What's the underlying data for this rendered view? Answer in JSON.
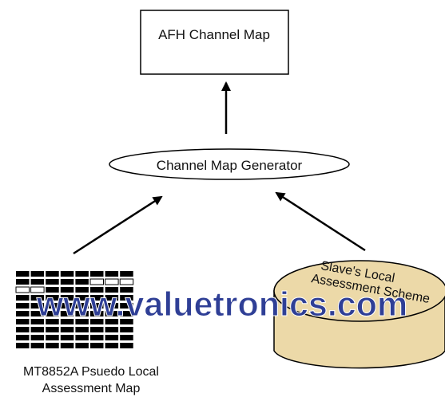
{
  "diagram": {
    "top_box_label": "AFH Channel Map",
    "ellipse_label": "Channel Map Generator",
    "grid_caption_line1": "MT8852A Psuedo Local",
    "grid_caption_line2": "Assessment Map",
    "cylinder_label_line1": "Slave's Local",
    "cylinder_label_line2": "Assessment Scheme"
  },
  "watermark": {
    "text": "www.valuetronics.com",
    "color": "#2f3f96"
  },
  "colors": {
    "line": "#000000",
    "cylinder_fill": "#ecd9a8",
    "watermark": "#2f3f96"
  },
  "assessment_grid": {
    "columns": 8,
    "rows": [
      [
        1,
        1,
        1,
        1,
        1,
        1,
        1,
        1
      ],
      [
        1,
        1,
        1,
        1,
        1,
        0,
        0,
        0
      ],
      [
        0,
        0,
        1,
        1,
        1,
        1,
        1,
        1
      ],
      [
        1,
        1,
        1,
        1,
        1,
        1,
        1,
        1
      ],
      [
        1,
        1,
        1,
        1,
        1,
        1,
        1,
        1
      ],
      [
        1,
        1,
        1,
        1,
        1,
        1,
        1,
        1
      ],
      [
        1,
        1,
        1,
        1,
        1,
        1,
        1,
        1
      ],
      [
        1,
        1,
        1,
        1,
        1,
        1,
        1,
        1
      ],
      [
        1,
        1,
        1,
        1,
        1,
        1,
        1,
        1
      ],
      [
        1,
        1,
        1,
        1,
        1,
        1,
        1,
        1
      ]
    ]
  }
}
